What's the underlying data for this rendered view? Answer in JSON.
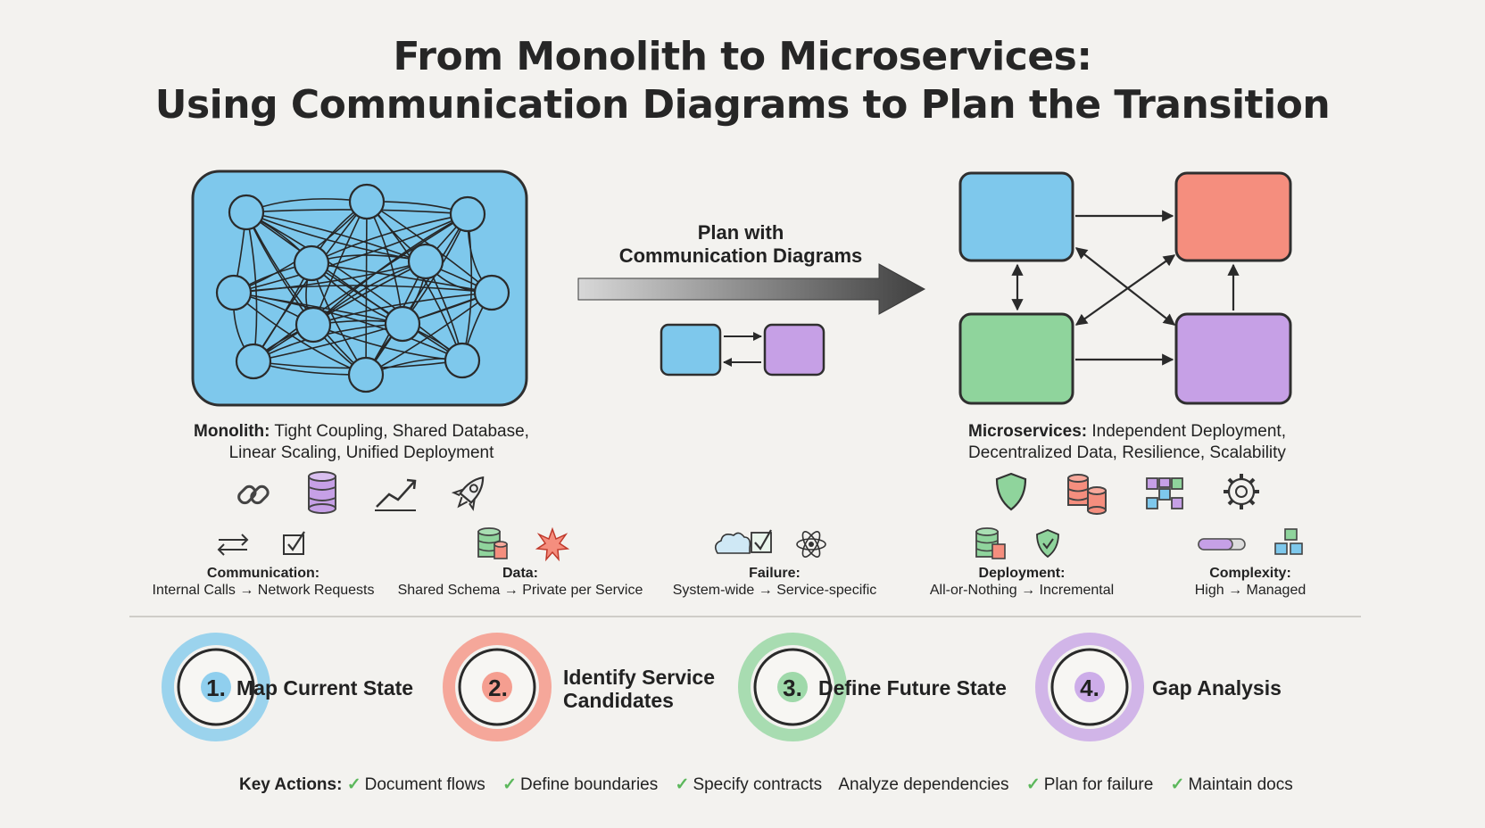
{
  "title": {
    "line1": "From Monolith to Microservices:",
    "line2": "Using Communication Diagrams to Plan the Transition"
  },
  "colors": {
    "blue": "#7ec8ec",
    "red": "#f58e7e",
    "green": "#8fd49c",
    "purple": "#c6a0e6",
    "check": "#5cb85c"
  },
  "plan": {
    "line1": "Plan with",
    "line2": "Communication Diagrams"
  },
  "monolith": {
    "heading": "Monolith:",
    "line1_rest": " Tight Coupling, Shared Database,",
    "line2": "Linear Scaling, Unified Deployment",
    "icons": [
      "link-icon",
      "database-icon",
      "trend-chart-icon",
      "rocket-icon"
    ]
  },
  "microservices": {
    "heading": "Microservices:",
    "line1_rest": " Independent Deployment,",
    "line2": "Decentralized Data, Resilience, Scalability",
    "icons": [
      "shield-icon",
      "multi-database-icon",
      "blocks-icon",
      "gear-icon"
    ]
  },
  "comparisons": [
    {
      "heading": "Communication:",
      "detail": "Internal Calls → Network Requests"
    },
    {
      "heading": "Data:",
      "detail": "Shared Schema → Private per Service"
    },
    {
      "heading": "Failure:",
      "detail": "System-wide → Service-specific"
    },
    {
      "heading": "Deployment:",
      "detail": "All-or-Nothing → Incremental"
    },
    {
      "heading": "Complexity:",
      "detail": "High → Managed"
    }
  ],
  "steps": [
    {
      "number": "1.",
      "label_line1": "Map Current State",
      "label_line2": ""
    },
    {
      "number": "2.",
      "label_line1": "Identify Service",
      "label_line2": "Candidates"
    },
    {
      "number": "3.",
      "label_line1": "Define Future State",
      "label_line2": ""
    },
    {
      "number": "4.",
      "label_line1": "Gap Analysis",
      "label_line2": ""
    }
  ],
  "key_actions": {
    "label": "Key Actions:",
    "items": [
      {
        "text": "Document flows",
        "checked": true
      },
      {
        "text": "Define boundaries",
        "checked": true
      },
      {
        "text": "Specify contracts",
        "checked": true
      },
      {
        "text": "Analyze dependencies",
        "checked": false
      },
      {
        "text": "Plan for failure",
        "checked": true
      },
      {
        "text": "Maintain docs",
        "checked": true
      }
    ]
  }
}
